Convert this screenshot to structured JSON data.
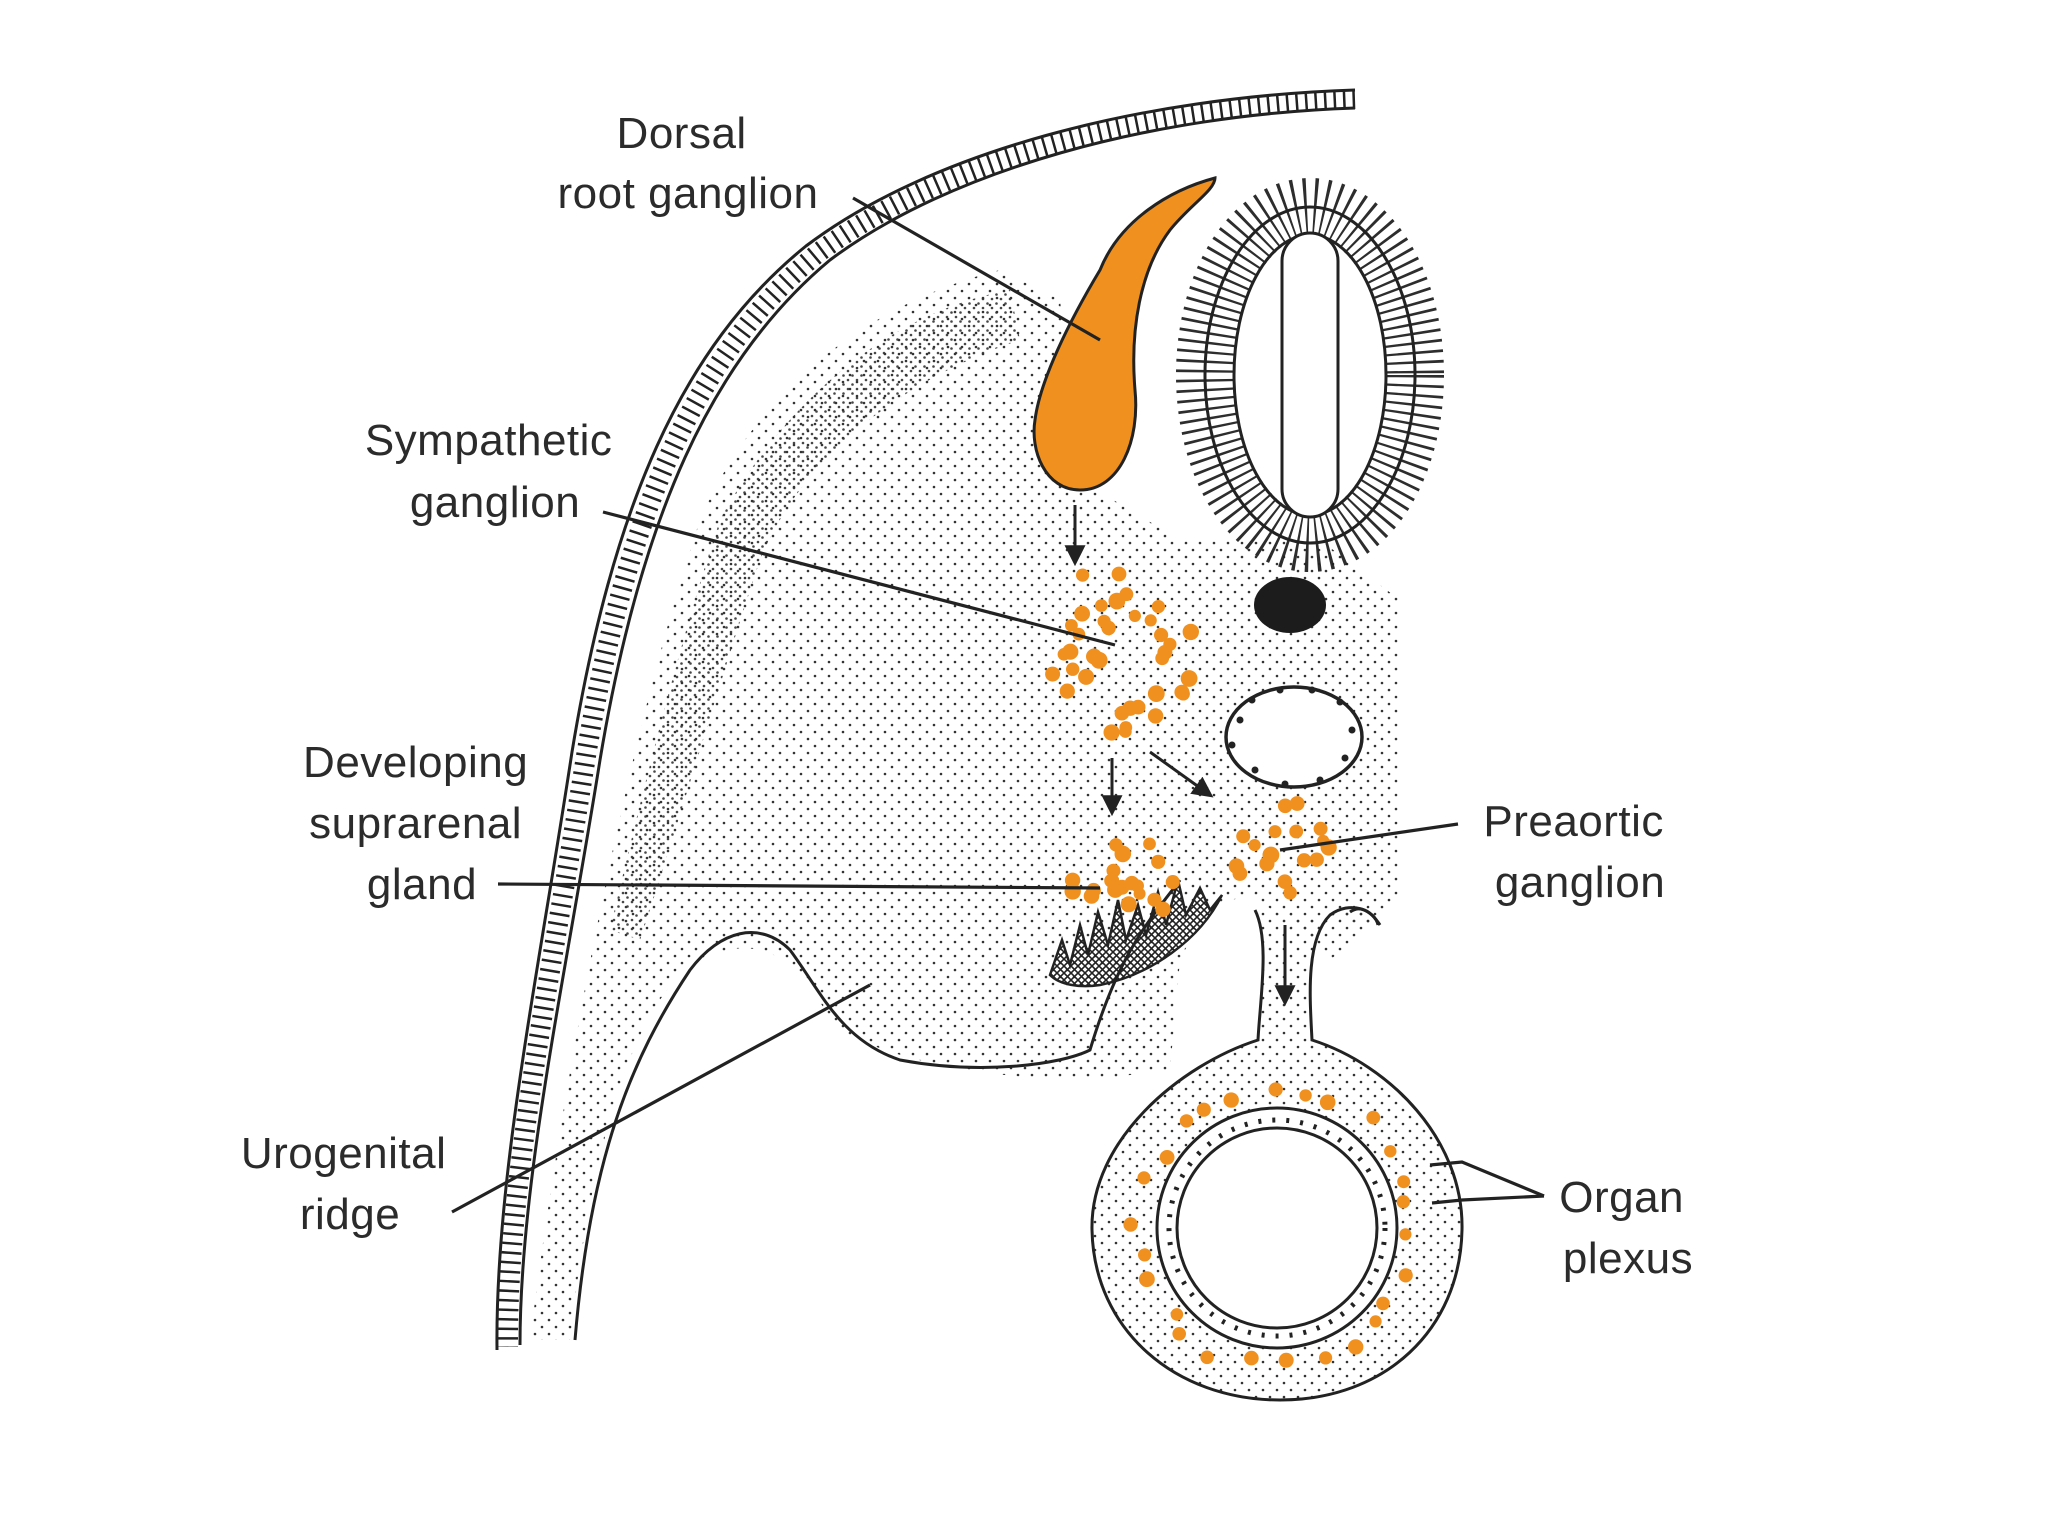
{
  "labels": {
    "dorsal_root_ganglion": [
      "Dorsal",
      "root ganglion"
    ],
    "sympathetic_ganglion": [
      "Sympathetic",
      "ganglion"
    ],
    "developing_suprarenal_gland": [
      "Developing",
      "suprarenal",
      "gland"
    ],
    "urogenital_ridge": [
      "Urogenital",
      "ridge"
    ],
    "preaortic_ganglion": [
      "Preaortic",
      "ganglion"
    ],
    "organ_plexus": [
      "Organ",
      "plexus"
    ]
  },
  "colors": {
    "neural_crest": "#f0901e",
    "line": "#222222",
    "background": "#ffffff"
  }
}
